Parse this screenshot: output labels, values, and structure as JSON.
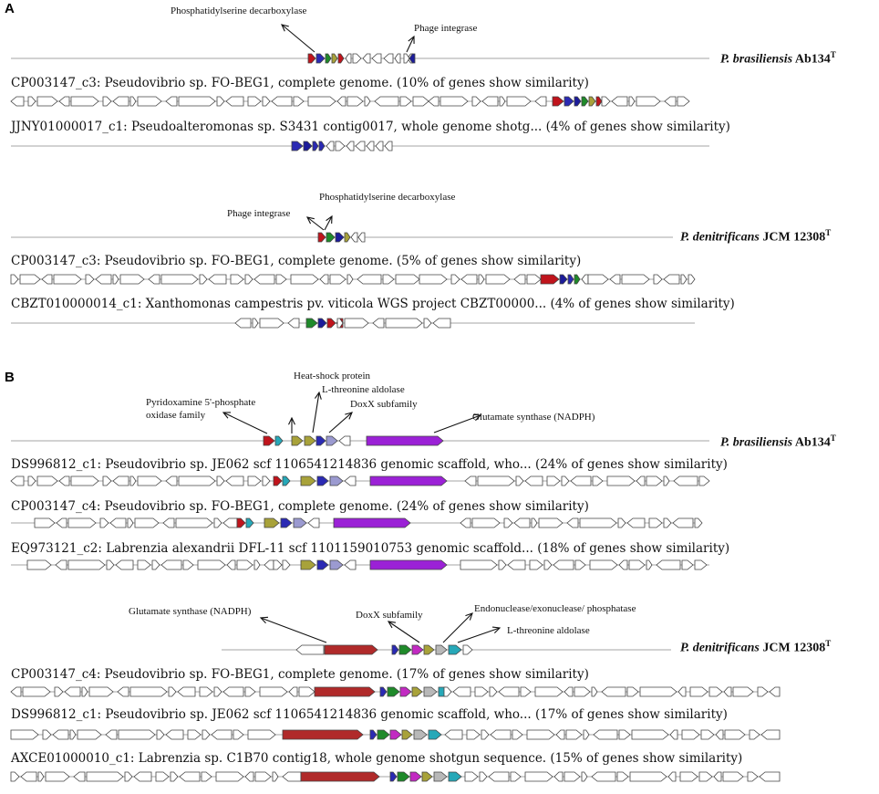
{
  "panels": [
    {
      "label": "A",
      "groups": [
        {
          "query": {
            "species_genus": "P. brasiliensis",
            "species_strain": "Ab134",
            "species_sup": "T"
          },
          "annotations": [
            {
              "text": "Phosphatidylserine decarboxylase"
            },
            {
              "text": "Phage integrase"
            }
          ],
          "hits": [
            {
              "title": "CP003147_c3: Pseudovibrio sp. FO-BEG1, complete genome. (10% of genes show similarity)"
            },
            {
              "title": "JJNY01000017_c1: Pseudoalteromonas sp. S3431 contig0017, whole genome shotg... (4% of genes show similarity)"
            }
          ]
        },
        {
          "query": {
            "species_genus": "P. denitrificans",
            "species_strain": "JCM 12308",
            "species_sup": "T"
          },
          "annotations": [
            {
              "text": "Phosphatidylserine decarboxylase"
            },
            {
              "text": "Phage integrase"
            }
          ],
          "hits": [
            {
              "title": "CP003147_c3: Pseudovibrio sp. FO-BEG1, complete genome. (5% of genes show similarity)"
            },
            {
              "title": "CBZT010000014_c1: Xanthomonas campestris pv. viticola WGS project CBZT00000... (4% of genes show similarity)"
            }
          ]
        }
      ]
    },
    {
      "label": "B",
      "groups": [
        {
          "query": {
            "species_genus": "P. brasiliensis",
            "species_strain": "Ab134",
            "species_sup": "T"
          },
          "annotations": [
            {
              "text": "Heat-shock protein"
            },
            {
              "text": "L-threonine aldolase"
            },
            {
              "text": "Pyridoxamine 5'-phosphate"
            },
            {
              "text": "oxidase family"
            },
            {
              "text": "DoxX subfamily"
            },
            {
              "text": "Glutamate synthase (NADPH)"
            }
          ],
          "hits": [
            {
              "title": "DS996812_c1: Pseudovibrio sp. JE062 scf 1106541214836 genomic scaffold, who... (24% of genes show similarity)"
            },
            {
              "title": "CP003147_c4: Pseudovibrio sp. FO-BEG1, complete genome. (24% of genes show similarity)"
            },
            {
              "title": "EQ973121_c2: Labrenzia alexandrii DFL-11 scf 1101159010753 genomic scaffold... (18% of genes show similarity)"
            }
          ]
        },
        {
          "query": {
            "species_genus": "P. denitrificans",
            "species_strain": "JCM 12308",
            "species_sup": "T"
          },
          "annotations": [
            {
              "text": "Glutamate synthase (NADPH)"
            },
            {
              "text": "DoxX subfamily"
            },
            {
              "text": "Endonuclease/exonuclease/ phosphatase"
            },
            {
              "text": "L-threonine aldolase"
            }
          ],
          "hits": [
            {
              "title": "CP003147_c4: Pseudovibrio sp. FO-BEG1, complete genome. (17% of genes show similarity)"
            },
            {
              "title": "DS996812_c1: Pseudovibrio sp. JE062 scf 1106541214836 genomic scaffold, who... (17% of genes show similarity)"
            },
            {
              "title": "AXCE01000010_c1: Labrenzia sp. C1B70 contig18, whole genome shotgun sequence. (15% of genes show similarity)"
            }
          ]
        }
      ]
    }
  ],
  "colors": {
    "backbone": "#b8b8b8",
    "gene_outline": "#444444",
    "red": "#c0141c",
    "blue": "#2b2ab3",
    "green": "#1f8a2a",
    "olive": "#a8a23a",
    "lavender": "#9b9ad0",
    "purple": "#9b21d6",
    "teal": "#27a8b8",
    "gray": "#b8b8b8",
    "maroon": "#b02a2a",
    "magenta": "#c22ac2",
    "darkblue": "#1c1c9a"
  }
}
